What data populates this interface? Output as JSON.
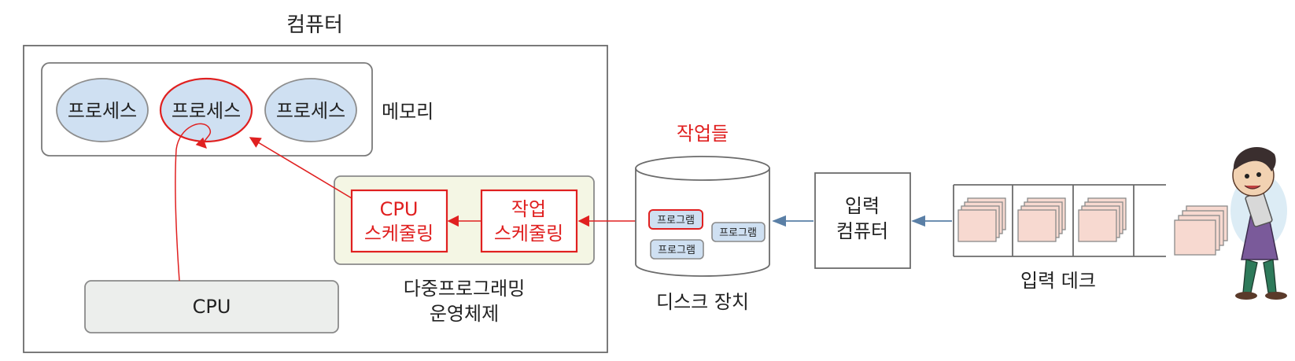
{
  "computer": {
    "title": "컴퓨터",
    "memory_label": "메모리",
    "processes": [
      "프로세스",
      "프로세스",
      "프로세스"
    ],
    "os": {
      "cpu_scheduling": [
        "CPU",
        "스케줄링"
      ],
      "job_scheduling": [
        "작업",
        "스케줄링"
      ],
      "label_lines": [
        "다중프로그래밍",
        "운영체제"
      ]
    },
    "cpu_label": "CPU"
  },
  "disk": {
    "jobs_label": "작업들",
    "programs": [
      "프로그램",
      "프로그램",
      "프로그램"
    ],
    "label": "디스크 장치"
  },
  "input_computer": {
    "label_lines": [
      "입력",
      "컴퓨터"
    ]
  },
  "input_deck": {
    "label": "입력 데크"
  },
  "colors": {
    "red": "#e02020",
    "blue_fill": "#cfe0f2",
    "os_fill": "#f4f6e4",
    "cpu_fill": "#eceeec",
    "arrow_blue": "#5a7fa6",
    "card_fill": "#f7d9d0"
  }
}
